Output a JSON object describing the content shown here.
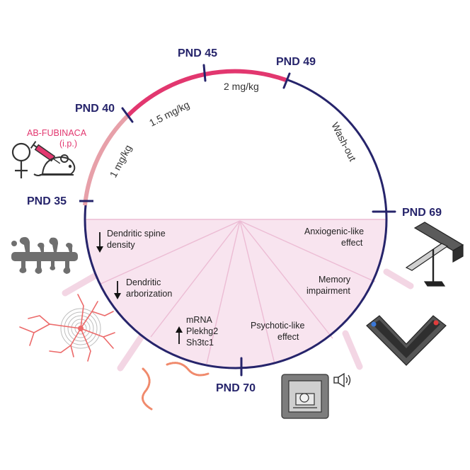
{
  "colors": {
    "timeline": "#26246b",
    "dose_high": "#e2376f",
    "dose_low": "#e7a0a9",
    "effects_fill": "#f8e4ef",
    "spokes": "#ecbcd4",
    "drug_label": "#e2376f"
  },
  "timepoints": {
    "pnd35": "PND 35",
    "pnd40": "PND 40",
    "pnd45": "PND 45",
    "pnd49": "PND 49",
    "pnd69": "PND 69",
    "pnd70": "PND 70"
  },
  "doses": {
    "d1": "1 mg/kg",
    "d15": "1.5 mg/kg",
    "d2": "2 mg/kg"
  },
  "washout": "Wash-out",
  "drug": {
    "name": "AB-FUBINACA",
    "route": "(i.p.)"
  },
  "effects": {
    "spine": {
      "direction": "down",
      "lines": [
        "Dendritic spine",
        "density"
      ]
    },
    "arbor": {
      "direction": "down",
      "lines": [
        "Dendritic",
        "arborization"
      ]
    },
    "mrna": {
      "direction": "up",
      "lines": [
        "mRNA",
        "Plekhg2",
        "Sh3tc1"
      ]
    },
    "psychotic": {
      "lines": [
        "Psychotic-like",
        "effect"
      ]
    },
    "memory": {
      "lines": [
        "Memory",
        "impairment"
      ]
    },
    "anxio": {
      "lines": [
        "Anxiogenic-like",
        "effect"
      ]
    }
  },
  "icons": [
    "female-symbol-icon",
    "syringe-icon",
    "mouse-icon",
    "dendritic-spines-icon",
    "neuron-icon",
    "mrna-icon",
    "elevated-plus-maze-icon",
    "y-maze-icon",
    "startle-chamber-icon",
    "speaker-icon"
  ]
}
